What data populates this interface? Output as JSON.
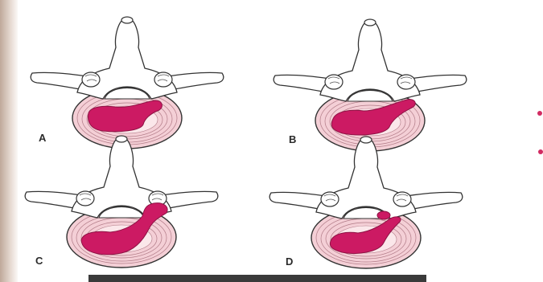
{
  "panels": [
    {
      "label": "A",
      "stage": "nucleus-contained"
    },
    {
      "label": "B",
      "stage": "nucleus-reaching-annulus"
    },
    {
      "label": "C",
      "stage": "nucleus-extruding"
    },
    {
      "label": "D",
      "stage": "sequestered-fragment"
    }
  ],
  "colors": {
    "nucleus": "#cc1a63",
    "nucleus_edge": "#8e1244",
    "annulus": "#f4cfd6",
    "annulus_rings": "#b07a86",
    "bone_fill": "#ffffff",
    "bone_edge": "#333333",
    "binding_shadow": "#c9b8ad",
    "bottom_bar": "#333333",
    "right_dot": "#d22b62"
  },
  "icons": [
    "vertebra-illustration"
  ]
}
